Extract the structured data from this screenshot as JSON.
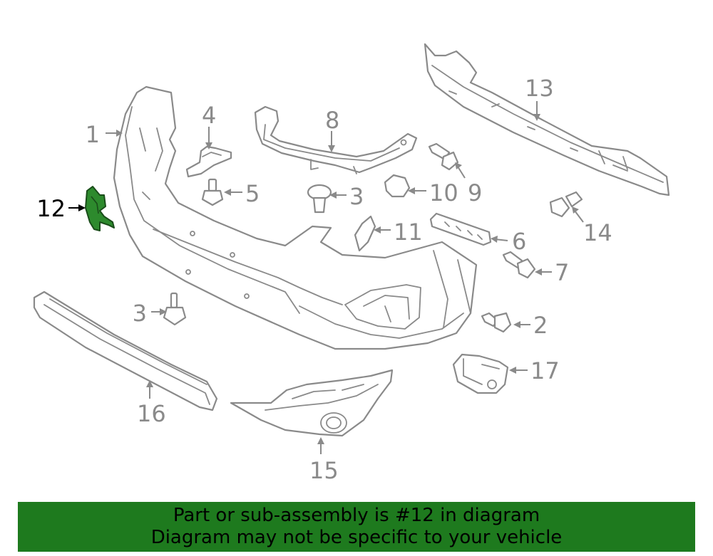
{
  "diagram": {
    "selected_part": "12",
    "callouts": [
      {
        "id": "c1",
        "label": "1"
      },
      {
        "id": "c2",
        "label": "2"
      },
      {
        "id": "c3a",
        "label": "3"
      },
      {
        "id": "c3b",
        "label": "3"
      },
      {
        "id": "c4",
        "label": "4"
      },
      {
        "id": "c5",
        "label": "5"
      },
      {
        "id": "c6",
        "label": "6"
      },
      {
        "id": "c7",
        "label": "7"
      },
      {
        "id": "c8",
        "label": "8"
      },
      {
        "id": "c9",
        "label": "9"
      },
      {
        "id": "c10",
        "label": "10"
      },
      {
        "id": "c11",
        "label": "11"
      },
      {
        "id": "c12",
        "label": "12"
      },
      {
        "id": "c13",
        "label": "13"
      },
      {
        "id": "c14",
        "label": "14"
      },
      {
        "id": "c15",
        "label": "15"
      },
      {
        "id": "c16",
        "label": "16"
      },
      {
        "id": "c17",
        "label": "17"
      }
    ],
    "colors": {
      "line": "#8a8a8a",
      "highlight": "#2d8a2d",
      "banner": "#1e7a1e",
      "selected_label": "#000000"
    }
  },
  "banner": {
    "line1": "Part or sub-assembly is #12 in diagram",
    "line2": "Diagram may not be specific to your vehicle"
  }
}
